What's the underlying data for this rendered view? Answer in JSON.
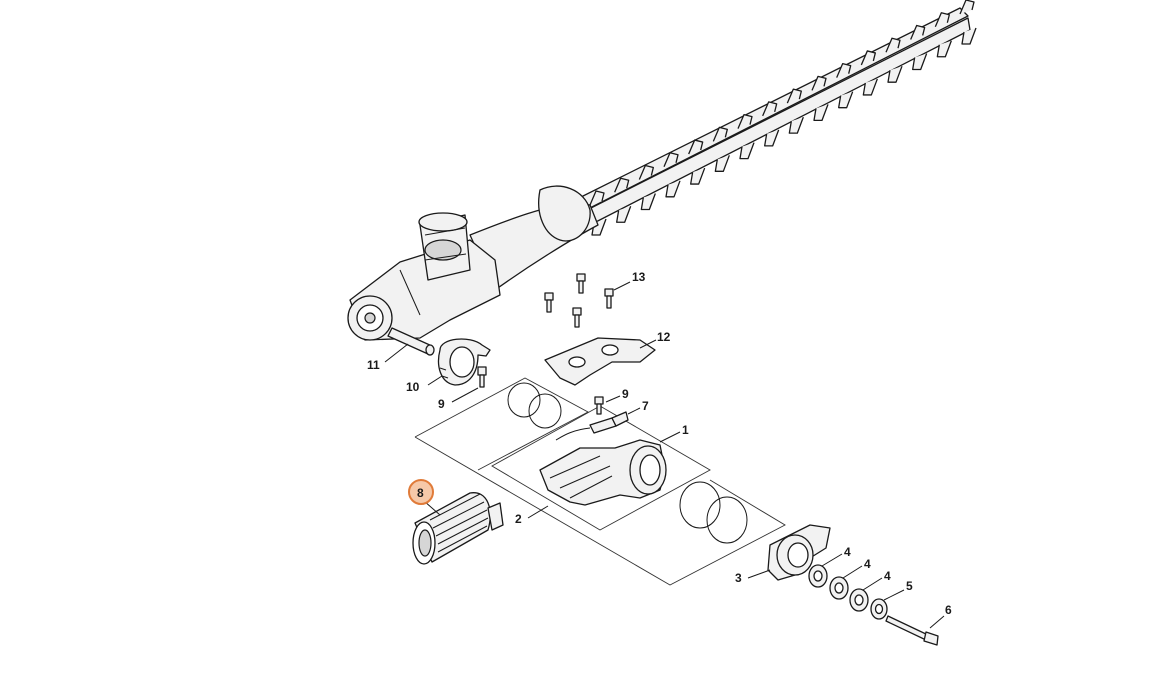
{
  "callouts": {
    "c1": "1",
    "c2": "2",
    "c3": "3",
    "c4a": "4",
    "c4b": "4",
    "c4c": "4",
    "c5": "5",
    "c6": "6",
    "c7": "7",
    "c8": "8",
    "c9a": "9",
    "c9b": "9",
    "c10": "10",
    "c11": "11",
    "c12": "12",
    "c13": "13"
  },
  "highlight": {
    "part": "8",
    "fill": "#f6c9a9",
    "stroke": "#e07b39"
  }
}
